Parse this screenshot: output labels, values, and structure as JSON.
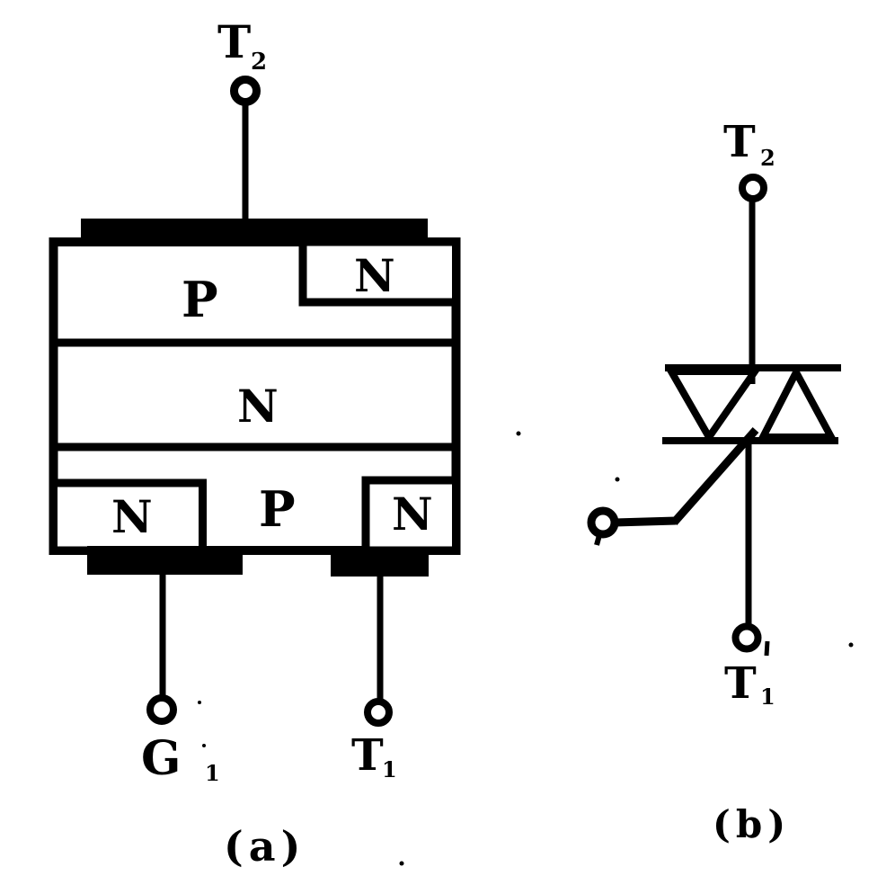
{
  "figure": {
    "colors": {
      "ink": "#000000",
      "paper": "#ffffff"
    },
    "panel_a": {
      "caption": "(a)",
      "terminals": {
        "t2": {
          "base": "T",
          "sub": "2"
        },
        "g": {
          "base": "G",
          "sub": "1"
        },
        "t1": {
          "base": "T",
          "sub": "1"
        }
      },
      "layers": {
        "top_p": "P",
        "top_right_n": "N",
        "middle_n": "N",
        "bottom_left_n": "N",
        "bottom_p": "P",
        "bottom_right_n": "N"
      }
    },
    "panel_b": {
      "caption": "(b)",
      "terminals": {
        "t2": {
          "base": "T",
          "sub": "2"
        },
        "t1": {
          "base": "T",
          "sub": "1"
        }
      }
    }
  }
}
